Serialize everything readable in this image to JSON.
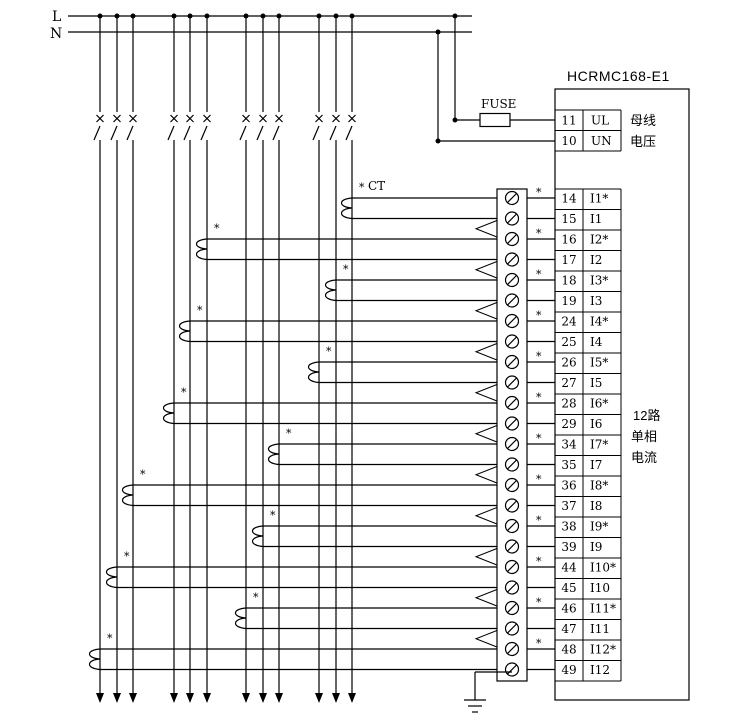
{
  "bus": {
    "line": "L",
    "neutral": "N"
  },
  "device": {
    "model": "HCRMC168-E1",
    "fuse_label": "FUSE",
    "ct_label": "CT",
    "star": "*",
    "voltage_terminals": [
      {
        "num": "11",
        "name": "UL"
      },
      {
        "num": "10",
        "name": "UN"
      }
    ],
    "voltage_note": [
      "母线",
      "电压"
    ],
    "current_note": [
      "12路",
      "单相",
      "电流"
    ],
    "current_terminals": [
      {
        "num": "14",
        "name": "I1*"
      },
      {
        "num": "15",
        "name": "I1"
      },
      {
        "num": "16",
        "name": "I2*"
      },
      {
        "num": "17",
        "name": "I2"
      },
      {
        "num": "18",
        "name": "I3*"
      },
      {
        "num": "19",
        "name": "I3"
      },
      {
        "num": "24",
        "name": "I4*"
      },
      {
        "num": "25",
        "name": "I4"
      },
      {
        "num": "26",
        "name": "I5*"
      },
      {
        "num": "27",
        "name": "I5"
      },
      {
        "num": "28",
        "name": "I6*"
      },
      {
        "num": "29",
        "name": "I6"
      },
      {
        "num": "34",
        "name": "I7*"
      },
      {
        "num": "35",
        "name": "I7"
      },
      {
        "num": "36",
        "name": "I8*"
      },
      {
        "num": "37",
        "name": "I8"
      },
      {
        "num": "38",
        "name": "I9*"
      },
      {
        "num": "39",
        "name": "I9"
      },
      {
        "num": "44",
        "name": "I10*"
      },
      {
        "num": "45",
        "name": "I10"
      },
      {
        "num": "46",
        "name": "I11*"
      },
      {
        "num": "47",
        "name": "I11"
      },
      {
        "num": "48",
        "name": "I12*"
      },
      {
        "num": "49",
        "name": "I12"
      }
    ]
  }
}
